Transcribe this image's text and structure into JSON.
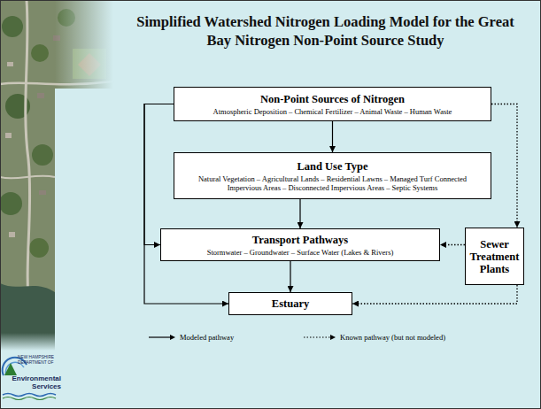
{
  "diagram": {
    "title": "Simplified Watershed Nitrogen Loading Model for the Great Bay Nitrogen Non-Point Source Study",
    "nodes": [
      {
        "text": [
          "Non-Point Sources of Nitrogen",
          "Atmospheric Deposition – Chemical Fertilizer – Animal Waste – Human Waste"
        ]
      },
      {
        "text": [
          "Land Use Type",
          "Natural Vegetation – Agricultural Lands – Residential Lawns – Managed Turf Connected Impervious Areas – Disconnected Impervious Areas – Septic Systems"
        ]
      },
      {
        "text": [
          "Transport Pathways",
          "Stormwater – Groundwater – Surface Water (Lakes & Rivers)"
        ]
      },
      {
        "text": [
          "Sewer Treatment Plants"
        ]
      },
      {
        "text": [
          "Estuary"
        ]
      }
    ],
    "edges": [
      {
        "from": 0,
        "to": 1,
        "arrow": "to"
      },
      {
        "from": 1,
        "to": 2,
        "arrow": "to"
      },
      {
        "from": 2,
        "to": 4,
        "arrow": "to"
      },
      {
        "from": 0,
        "to": 2,
        "arrow": "to"
      },
      {
        "from": 0,
        "to": 4,
        "arrow": "to"
      },
      {
        "from": 0,
        "to": 3,
        "arrow": "to"
      },
      {
        "from": 3,
        "to": 2,
        "arrow": "to"
      },
      {
        "from": 3,
        "to": 4,
        "arrow": "to"
      }
    ],
    "labels": [
      "NEW HAMPSHIRE DEPARTMENT OF",
      "Environmental Services"
    ],
    "legend": [
      {
        "text": "Modeled pathway"
      },
      {
        "text": "Known pathway (but not modeled)"
      }
    ]
  }
}
